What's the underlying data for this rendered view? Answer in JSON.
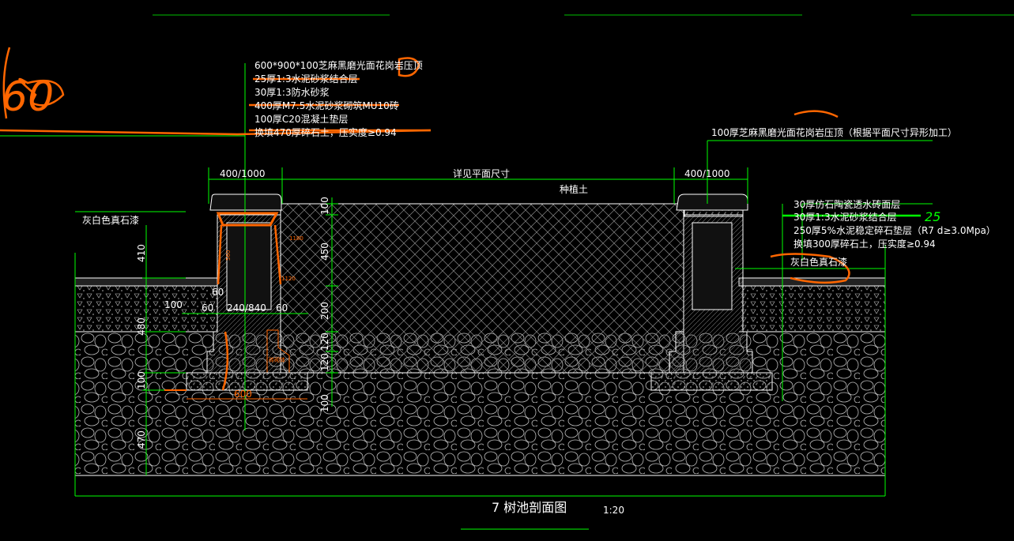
{
  "drawing": {
    "title": "7 树池剖面图",
    "scale": "1:20",
    "colors": {
      "background": "#000000",
      "linework": "#ffffff",
      "dimension": "#00ff00",
      "text": "#ffffff",
      "markup": "#ff6600"
    },
    "left_callout": [
      "600*900*100芝麻黑磨光面花岗岩压顶",
      "25厚1:3水泥砂浆结合层",
      "30厚1:3防水砂浆",
      "400厚M7.5水泥砂浆砌筑MU10砖",
      "100厚C20混凝土垫层",
      "换填470厚碎石土，压实度≥0.94"
    ],
    "right_top_callout": "100厚芝麻黑磨光面花岗岩压顶（根据平面尺寸异形加工）",
    "right_callout": [
      "30厚仿石陶瓷透水砖面层",
      "30厚1:3水泥砂浆结合层",
      "250厚5%水泥稳定碎石垫层（R7 d≥3.0Mpa）",
      "换填300厚碎石土，压实度≥0.94",
      "灰白色真石漆"
    ],
    "left_paint_label": "灰白色真石漆",
    "planting_soil_label": "种植土",
    "top_dims": {
      "left": "400/1000",
      "center": "详见平面尺寸",
      "right": "400/1000"
    },
    "vertical_dims_left": [
      "410",
      "480",
      "100",
      "470"
    ],
    "vertical_dims_inner": [
      "100",
      "450",
      "200",
      "120",
      "120",
      "100"
    ],
    "bottom_dims": {
      "d100": "100",
      "d60a": "60",
      "d240": "240/840",
      "d60b": "60",
      "d60c": "60",
      "d600": "600"
    },
    "small_labels": {
      "a": "1180",
      "b": "1120",
      "c": "560",
      "d": "砖砌体"
    },
    "markup_texts": {
      "m25": "25",
      "m60": "60"
    }
  }
}
